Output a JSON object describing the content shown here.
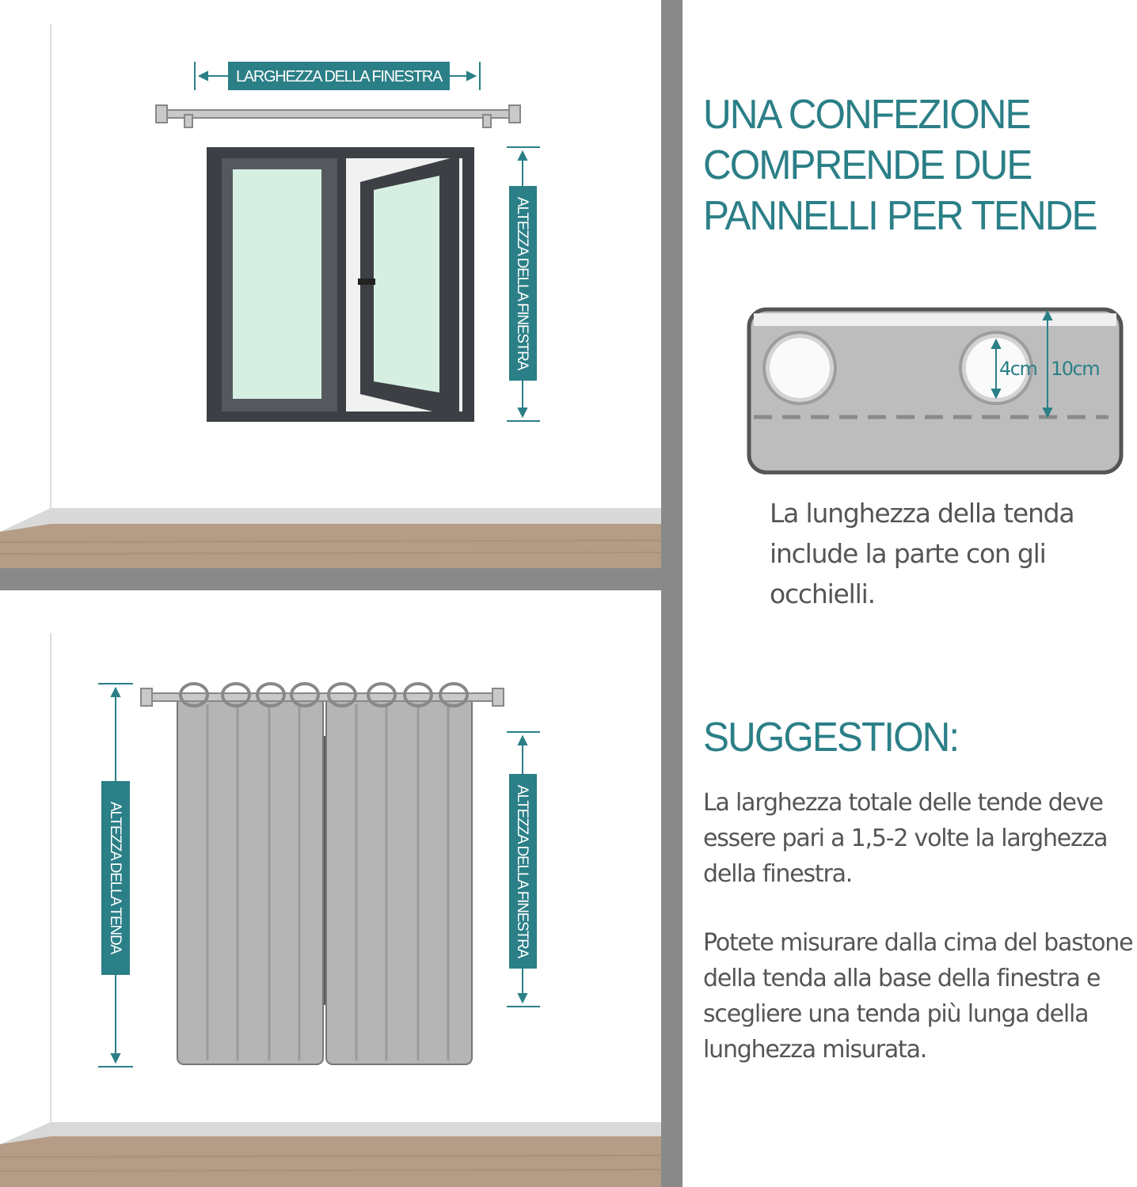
{
  "colors": {
    "accent": "#2b7f87",
    "divider": "#898989",
    "floor": "#b49c86",
    "curtain": "#b5b5b5",
    "glass": "#d6efe2",
    "frame": "#3c3f44"
  },
  "top_panel": {
    "width_label": "LARGHEZZA DELLA FINESTRA",
    "height_label": "ALTEZZA DELLA FINESTRA"
  },
  "bottom_panel": {
    "curtain_height_label": "ALTEZZA DELLA TENDA",
    "window_height_label": "ALTEZZA DELLA FINESTRA"
  },
  "package": {
    "heading_lines": [
      "UNA CONFEZIONE",
      "COMPRENDE DUE",
      "PANNELLI PER TENDE"
    ]
  },
  "grommet": {
    "inner_label": "4cm",
    "outer_label": "10cm",
    "caption_lines": [
      "La lunghezza della tenda",
      "include la parte con gli",
      "occhielli."
    ]
  },
  "suggestion": {
    "heading": "SUGGESTION:",
    "paragraph1_lines": [
      "La larghezza totale delle tende deve",
      "essere pari a 1,5-2 volte la larghezza",
      "della finestra."
    ],
    "paragraph2_lines": [
      "Potete misurare dalla cima del bastone",
      "della tenda alla base della finestra e",
      "scegliere una tenda più lunga della",
      "lunghezza misurata."
    ]
  }
}
